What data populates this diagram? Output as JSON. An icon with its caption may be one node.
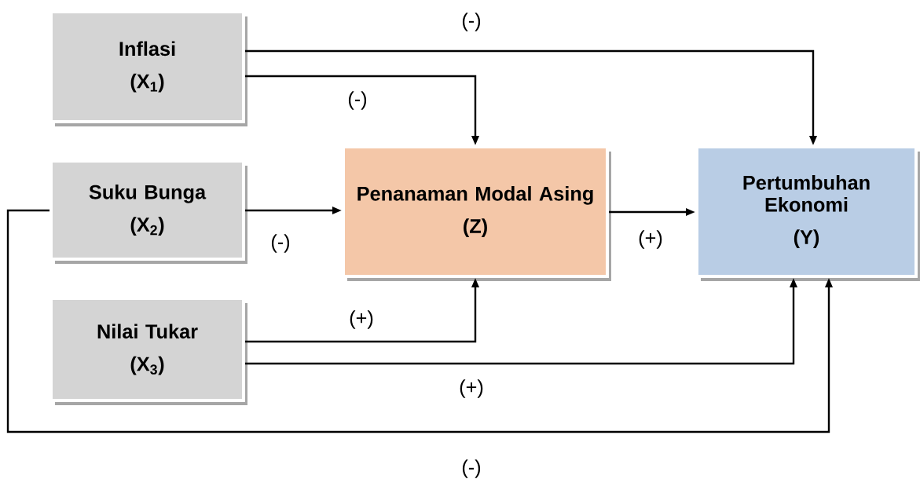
{
  "diagram": {
    "nodes": [
      {
        "text": [
          "Inflasi",
          "(X$_{1}$)"
        ]
      },
      {
        "text": [
          "Suku Bunga",
          "(X$_{2}$)"
        ]
      },
      {
        "text": [
          "Nilai Tukar",
          "(X$_{3}$)"
        ]
      },
      {
        "text": [
          "Penanaman Modal Asing",
          "(Z)"
        ]
      },
      {
        "text": [
          "Pertumbuhan Ekonomi",
          "(Y)"
        ]
      }
    ],
    "edges": [
      {
        "from": 0,
        "to": 4,
        "arrow": "to",
        "label": "(-)"
      },
      {
        "from": 0,
        "to": 3,
        "arrow": "to",
        "label": "(-)"
      },
      {
        "from": 1,
        "to": 3,
        "arrow": "to",
        "label": "(-)"
      },
      {
        "from": 3,
        "to": 4,
        "arrow": "to",
        "label": "(+)"
      },
      {
        "from": 2,
        "to": 3,
        "arrow": "to",
        "label": "(+)"
      },
      {
        "from": 2,
        "to": 4,
        "arrow": "to",
        "label": "(+)"
      },
      {
        "from": 1,
        "to": 4,
        "arrow": "to",
        "label": "(-)"
      }
    ]
  }
}
